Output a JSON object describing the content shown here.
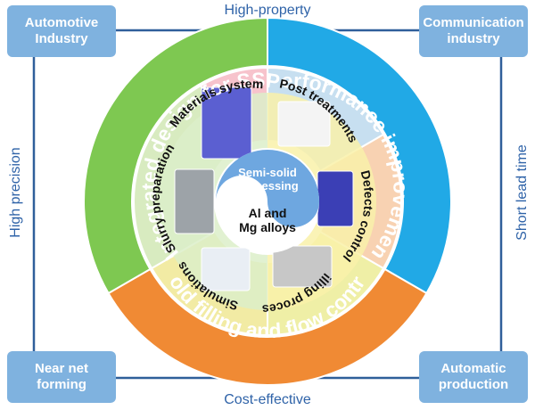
{
  "edges": {
    "top": "High-property",
    "bottom": "Cost-effective",
    "left": "High precision",
    "right": "Short lead time"
  },
  "corners": {
    "top_left": "Automotive\nIndustry",
    "top_right": "Communication\nindustry",
    "bottom_left": "Near net\nforming",
    "bottom_right": "Automatic\nproduction"
  },
  "outer_ring": {
    "left": "Integrated design for SSP",
    "right": "Performance improvement",
    "bottom": "Mold filling and flow control"
  },
  "inner_ring": {
    "materials": "Materials system",
    "post": "Post treatments",
    "defects": "Defects control",
    "filling": "Filling process",
    "simulations": "Simulations",
    "slurry": "Slurry preparation"
  },
  "center": {
    "top": "Semi-solid processing",
    "bottom": "Al and Mg alloys"
  },
  "colors": {
    "outer_left": "#7ec851",
    "outer_right": "#21a9e6",
    "outer_bottom": "#f08a34",
    "seg_materials": "#f7c3cc",
    "seg_post": "#c7dff0",
    "seg_defects": "#f8d2b2",
    "seg_filling": "#efefa6",
    "seg_simulations": "#f2eba4",
    "seg_slurry": "#d8ebc0",
    "core_left": "#dcefc9",
    "core_right": "#f9f1a9",
    "yin_blue": "#6ea7e0",
    "corner": "#7fb2df",
    "frame": "#2f5f9a"
  }
}
